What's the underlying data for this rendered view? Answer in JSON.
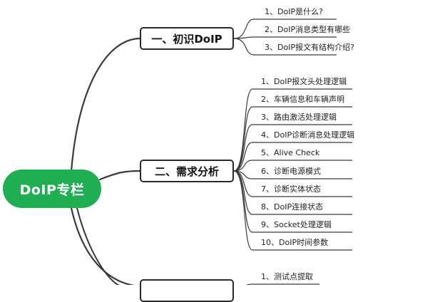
{
  "root": {
    "label": "DoIP专栏",
    "color": "#1fae52"
  },
  "branches": [
    {
      "label": "一、初识DoIP",
      "items": [
        "1、DoIP是什么?",
        "2、DoIP消息类型有哪些",
        "3、DoIP报文有结构介绍?"
      ]
    },
    {
      "label": "二、需求分析",
      "items": [
        "1、DoIP报文头处理逻辑",
        "2、车辆信息和车辆声明",
        "3、路由激活处理逻辑",
        "4、DoIP诊断消息处理逻辑",
        "5、Alive Check",
        "6、诊断电源模式",
        "7、诊断实体状态",
        "8、DoIP连接状态",
        "9、Socket处理逻辑",
        "10、DoIP时间参数"
      ]
    },
    {
      "label": "",
      "items": [
        "1、测试点提取"
      ]
    }
  ]
}
